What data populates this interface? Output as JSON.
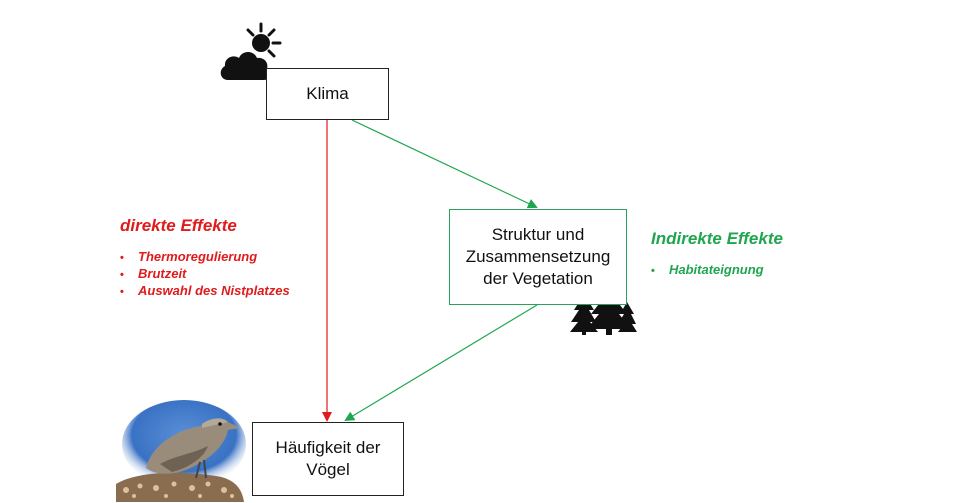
{
  "nodes": {
    "klima": "Klima",
    "vegetation": [
      "Struktur und",
      "Zusammensetzung",
      "der Vegetation"
    ],
    "voegel": [
      "Häufigkeit der",
      "Vögel"
    ]
  },
  "direct": {
    "heading": "direkte Effekte",
    "items": [
      "Thermoregulierung",
      "Brutzeit",
      "Auswahl des Nistplatzes"
    ]
  },
  "indirect": {
    "heading": "Indirekte Effekte",
    "items": [
      "Habitateignung"
    ]
  },
  "colors": {
    "direct": "#e01b1b",
    "indirect": "#1fa64e",
    "outline": "#222222"
  },
  "icons": [
    "sun-cloud-icon",
    "trees-icon",
    "bird-photo"
  ]
}
